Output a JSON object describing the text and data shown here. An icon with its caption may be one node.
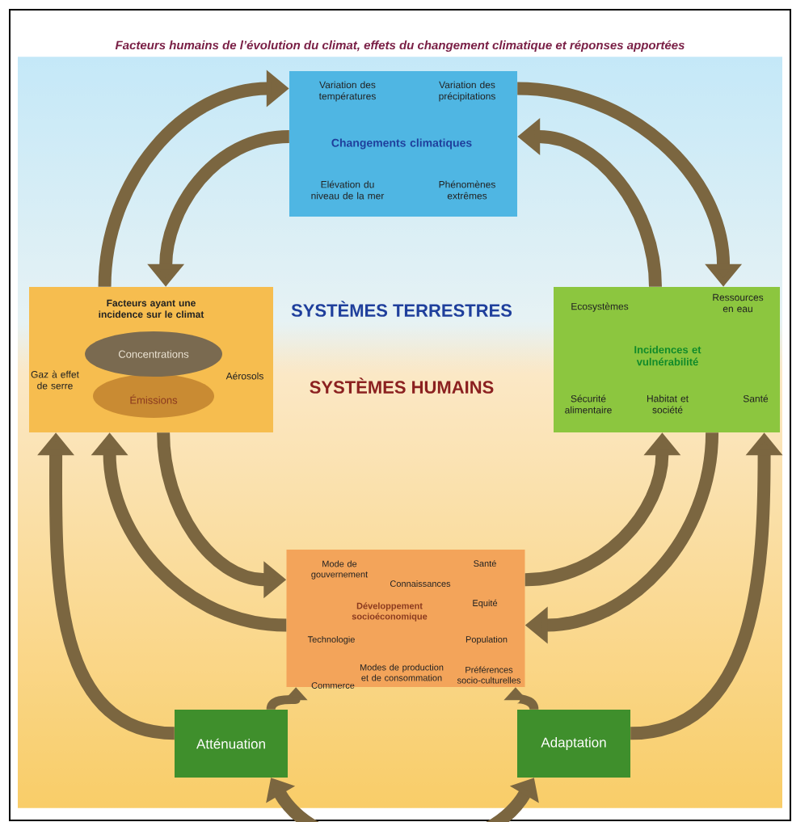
{
  "diagram": {
    "title": "Facteurs humains de l’évolution du climat, effets du changement climatique et réponses apportées",
    "nodes": [
      {
        "text": [
          "Variation des températures",
          "Variation des précipitations",
          "Changements climatiques",
          "Elévation du niveau de la mer",
          "Phénomènes extrêmes"
        ]
      },
      {
        "text": [
          "Facteurs ayant une incidence sur le climat",
          "Gaz à effet de serre",
          "Aérosols"
        ]
      },
      {
        "text": [
          "Concentrations"
        ],
        "in": 1
      },
      {
        "text": [
          "Émissions"
        ],
        "in": 1
      },
      {
        "text": [
          "Ecosystèmes",
          "Ressources en eau",
          "Incidences et vulnérabilité",
          "Sécurité alimentaire",
          "Habitat et société",
          "Santé"
        ]
      },
      {
        "text": [
          "Mode de gouvernement",
          "Santé",
          "Connaissances",
          "Développement socioéconomique",
          "Equité",
          "Technologie",
          "Population",
          "Modes de production et de consommation",
          "Préférences socio-culturelles",
          "Commerce"
        ]
      },
      {
        "text": [
          "Atténuation"
        ]
      },
      {
        "text": [
          "Adaptation"
        ]
      }
    ],
    "edges": [
      {
        "from": 1,
        "to": 0,
        "arrow": "to"
      },
      {
        "from": 0,
        "to": 1,
        "arrow": "to"
      },
      {
        "from": 0,
        "to": 4,
        "arrow": "to"
      },
      {
        "from": 4,
        "to": 0,
        "arrow": "to"
      },
      {
        "from": 1,
        "to": 5,
        "arrow": "to"
      },
      {
        "from": 5,
        "to": 1,
        "arrow": "to"
      },
      {
        "from": 6,
        "to": 1,
        "arrow": "to"
      },
      {
        "from": 5,
        "to": 4,
        "arrow": "to"
      },
      {
        "from": 4,
        "to": 5,
        "arrow": "to"
      },
      {
        "from": 7,
        "to": 4,
        "arrow": "to"
      },
      {
        "from": 6,
        "to": 5,
        "arrow": "to"
      },
      {
        "from": 7,
        "to": 5,
        "arrow": "to"
      },
      {
        "from": 6,
        "to": 7,
        "arrow": "both"
      }
    ],
    "labels": [
      "SYSTÈMES TERRESTRES",
      "SYSTÈMES HUMAINS"
    ]
  }
}
